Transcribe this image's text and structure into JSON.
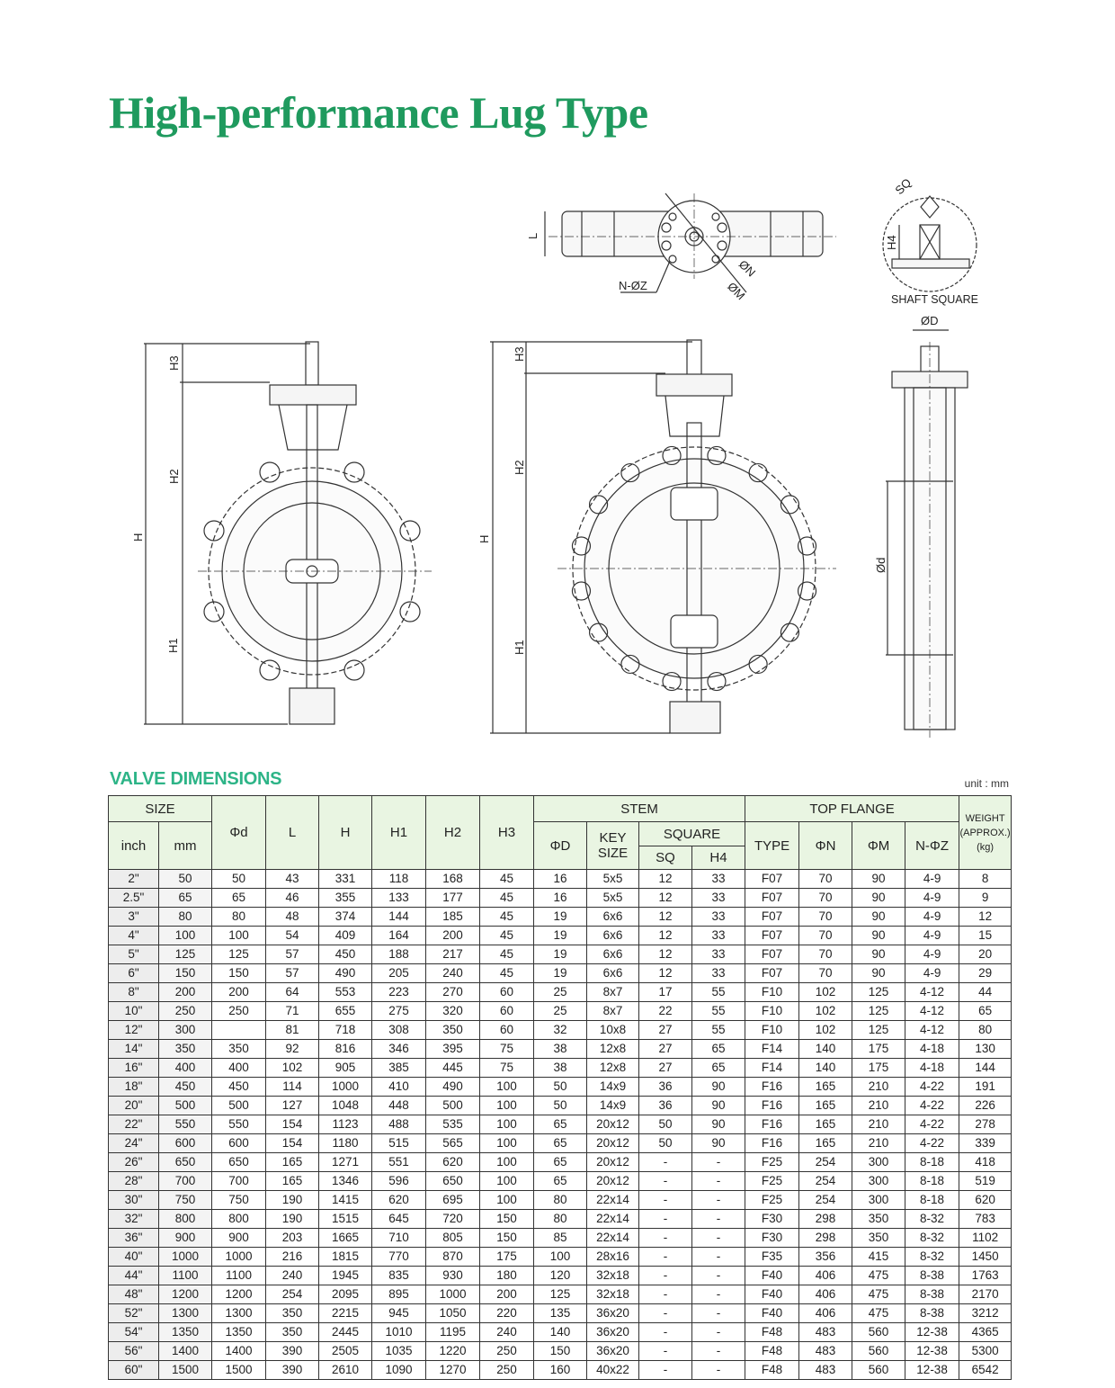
{
  "title": "High-performance Lug Type",
  "section_heading": "VALVE DIMENSIONS",
  "unit": "unit : mm",
  "drawings": {
    "top_view": {
      "l": "L",
      "nz": "N-ØZ",
      "n": "ØN",
      "m": "ØM"
    },
    "shaft_square": {
      "sq": "SQ",
      "h4": "H4",
      "caption": "SHAFT SQUARE"
    },
    "side_view": {
      "d_stem": "ØD",
      "d_bore": "Ød"
    },
    "front_small": {
      "h3": "H3",
      "h2": "H2",
      "h": "H",
      "h1": "H1"
    },
    "front_large": {
      "h3": "H3",
      "h2": "H2",
      "h": "H",
      "h1": "H1"
    }
  },
  "table": {
    "headers": {
      "size": "SIZE",
      "inch": "inch",
      "mm": "mm",
      "d": "Φd",
      "l": "L",
      "h": "H",
      "h1": "H1",
      "h2": "H2",
      "h3": "H3",
      "stem": "STEM",
      "stem_d": "ΦD",
      "key_size": "KEY SIZE",
      "square": "SQUARE",
      "sq": "SQ",
      "h4": "H4",
      "top_flange": "TOP FLANGE",
      "type": "TYPE",
      "n": "ΦN",
      "m": "ΦM",
      "nz": "N-ΦZ",
      "weight": "WEIGHT",
      "weight_sub": "(APPROX.)",
      "weight_unit": "(kg)"
    },
    "rows": [
      [
        "2\"",
        "50",
        "50",
        "43",
        "331",
        "118",
        "168",
        "45",
        "16",
        "5x5",
        "12",
        "33",
        "F07",
        "70",
        "90",
        "4-9",
        "8"
      ],
      [
        "2.5\"",
        "65",
        "65",
        "46",
        "355",
        "133",
        "177",
        "45",
        "16",
        "5x5",
        "12",
        "33",
        "F07",
        "70",
        "90",
        "4-9",
        "9"
      ],
      [
        "3\"",
        "80",
        "80",
        "48",
        "374",
        "144",
        "185",
        "45",
        "19",
        "6x6",
        "12",
        "33",
        "F07",
        "70",
        "90",
        "4-9",
        "12"
      ],
      [
        "4\"",
        "100",
        "100",
        "54",
        "409",
        "164",
        "200",
        "45",
        "19",
        "6x6",
        "12",
        "33",
        "F07",
        "70",
        "90",
        "4-9",
        "15"
      ],
      [
        "5\"",
        "125",
        "125",
        "57",
        "450",
        "188",
        "217",
        "45",
        "19",
        "6x6",
        "12",
        "33",
        "F07",
        "70",
        "90",
        "4-9",
        "20"
      ],
      [
        "6\"",
        "150",
        "150",
        "57",
        "490",
        "205",
        "240",
        "45",
        "19",
        "6x6",
        "12",
        "33",
        "F07",
        "70",
        "90",
        "4-9",
        "29"
      ],
      [
        "8\"",
        "200",
        "200",
        "64",
        "553",
        "223",
        "270",
        "60",
        "25",
        "8x7",
        "17",
        "55",
        "F10",
        "102",
        "125",
        "4-12",
        "44"
      ],
      [
        "10\"",
        "250",
        "250",
        "71",
        "655",
        "275",
        "320",
        "60",
        "25",
        "8x7",
        "22",
        "55",
        "F10",
        "102",
        "125",
        "4-12",
        "65"
      ],
      [
        "12\"",
        "300",
        "",
        "81",
        "718",
        "308",
        "350",
        "60",
        "32",
        "10x8",
        "27",
        "55",
        "F10",
        "102",
        "125",
        "4-12",
        "80"
      ],
      [
        "14\"",
        "350",
        "350",
        "92",
        "816",
        "346",
        "395",
        "75",
        "38",
        "12x8",
        "27",
        "65",
        "F14",
        "140",
        "175",
        "4-18",
        "130"
      ],
      [
        "16\"",
        "400",
        "400",
        "102",
        "905",
        "385",
        "445",
        "75",
        "38",
        "12x8",
        "27",
        "65",
        "F14",
        "140",
        "175",
        "4-18",
        "144"
      ],
      [
        "18\"",
        "450",
        "450",
        "114",
        "1000",
        "410",
        "490",
        "100",
        "50",
        "14x9",
        "36",
        "90",
        "F16",
        "165",
        "210",
        "4-22",
        "191"
      ],
      [
        "20\"",
        "500",
        "500",
        "127",
        "1048",
        "448",
        "500",
        "100",
        "50",
        "14x9",
        "36",
        "90",
        "F16",
        "165",
        "210",
        "4-22",
        "226"
      ],
      [
        "22\"",
        "550",
        "550",
        "154",
        "1123",
        "488",
        "535",
        "100",
        "65",
        "20x12",
        "50",
        "90",
        "F16",
        "165",
        "210",
        "4-22",
        "278"
      ],
      [
        "24\"",
        "600",
        "600",
        "154",
        "1180",
        "515",
        "565",
        "100",
        "65",
        "20x12",
        "50",
        "90",
        "F16",
        "165",
        "210",
        "4-22",
        "339"
      ],
      [
        "26\"",
        "650",
        "650",
        "165",
        "1271",
        "551",
        "620",
        "100",
        "65",
        "20x12",
        "-",
        "-",
        "F25",
        "254",
        "300",
        "8-18",
        "418"
      ],
      [
        "28\"",
        "700",
        "700",
        "165",
        "1346",
        "596",
        "650",
        "100",
        "65",
        "20x12",
        "-",
        "-",
        "F25",
        "254",
        "300",
        "8-18",
        "519"
      ],
      [
        "30\"",
        "750",
        "750",
        "190",
        "1415",
        "620",
        "695",
        "100",
        "80",
        "22x14",
        "-",
        "-",
        "F25",
        "254",
        "300",
        "8-18",
        "620"
      ],
      [
        "32\"",
        "800",
        "800",
        "190",
        "1515",
        "645",
        "720",
        "150",
        "80",
        "22x14",
        "-",
        "-",
        "F30",
        "298",
        "350",
        "8-32",
        "783"
      ],
      [
        "36\"",
        "900",
        "900",
        "203",
        "1665",
        "710",
        "805",
        "150",
        "85",
        "22x14",
        "-",
        "-",
        "F30",
        "298",
        "350",
        "8-32",
        "1102"
      ],
      [
        "40\"",
        "1000",
        "1000",
        "216",
        "1815",
        "770",
        "870",
        "175",
        "100",
        "28x16",
        "-",
        "-",
        "F35",
        "356",
        "415",
        "8-32",
        "1450"
      ],
      [
        "44\"",
        "1100",
        "1100",
        "240",
        "1945",
        "835",
        "930",
        "180",
        "120",
        "32x18",
        "-",
        "-",
        "F40",
        "406",
        "475",
        "8-38",
        "1763"
      ],
      [
        "48\"",
        "1200",
        "1200",
        "254",
        "2095",
        "895",
        "1000",
        "200",
        "125",
        "32x18",
        "-",
        "-",
        "F40",
        "406",
        "475",
        "8-38",
        "2170"
      ],
      [
        "52\"",
        "1300",
        "1300",
        "350",
        "2215",
        "945",
        "1050",
        "220",
        "135",
        "36x20",
        "-",
        "-",
        "F40",
        "406",
        "475",
        "8-38",
        "3212"
      ],
      [
        "54\"",
        "1350",
        "1350",
        "350",
        "2445",
        "1010",
        "1195",
        "240",
        "140",
        "36x20",
        "-",
        "-",
        "F48",
        "483",
        "560",
        "12-38",
        "4365"
      ],
      [
        "56\"",
        "1400",
        "1400",
        "390",
        "2505",
        "1035",
        "1220",
        "250",
        "150",
        "36x20",
        "-",
        "-",
        "F48",
        "483",
        "560",
        "12-38",
        "5300"
      ],
      [
        "60\"",
        "1500",
        "1500",
        "390",
        "2610",
        "1090",
        "1270",
        "250",
        "160",
        "40x22",
        "-",
        "-",
        "F48",
        "483",
        "560",
        "12-38",
        "6542"
      ]
    ]
  },
  "colors": {
    "title": "#1f9a5e",
    "heading": "#2db487",
    "header_bg": "#e9f5e2"
  }
}
